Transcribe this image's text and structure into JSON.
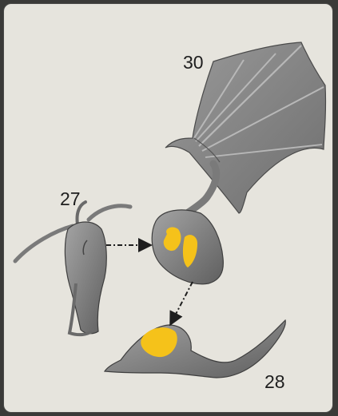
{
  "steps": {
    "top": "30",
    "left": "27",
    "bottom": "28"
  },
  "colors": {
    "page": "#e6e4dd",
    "part_gray": "#8e8e8e",
    "part_dark": "#5e5e5e",
    "glue": "#f5c21a",
    "arrow": "#1e1e1e"
  }
}
